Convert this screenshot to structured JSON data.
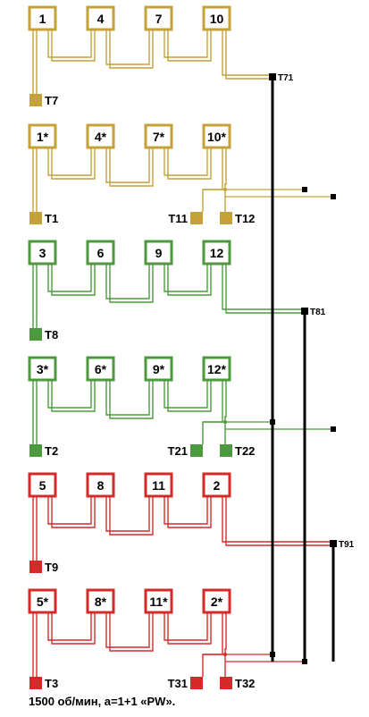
{
  "colors": {
    "yellow": "#c4a239",
    "green": "#4d9a3e",
    "red": "#d42a2a",
    "bus": "#000000"
  },
  "groups": [
    {
      "color": "yellow",
      "coils": [
        "1",
        "4",
        "7",
        "10"
      ],
      "start": "T7",
      "end": "T71",
      "split": false
    },
    {
      "color": "yellow",
      "coils": [
        "1*",
        "4*",
        "7*",
        "10*"
      ],
      "start": "T1",
      "end1": "T11",
      "end2": "T12",
      "split": true
    },
    {
      "color": "green",
      "coils": [
        "3",
        "6",
        "9",
        "12"
      ],
      "start": "T8",
      "end": "T81",
      "split": false
    },
    {
      "color": "green",
      "coils": [
        "3*",
        "6*",
        "9*",
        "12*"
      ],
      "start": "T2",
      "end1": "T21",
      "end2": "T22",
      "split": true
    },
    {
      "color": "red",
      "coils": [
        "5",
        "8",
        "11",
        "2"
      ],
      "start": "T9",
      "end": "T91",
      "split": false
    },
    {
      "color": "red",
      "coils": [
        "5*",
        "8*",
        "11*",
        "2*"
      ],
      "start": "T3",
      "end1": "T31",
      "end2": "T32",
      "split": true
    }
  ],
  "caption": "1500 об/мин, a=1+1 «PW»."
}
